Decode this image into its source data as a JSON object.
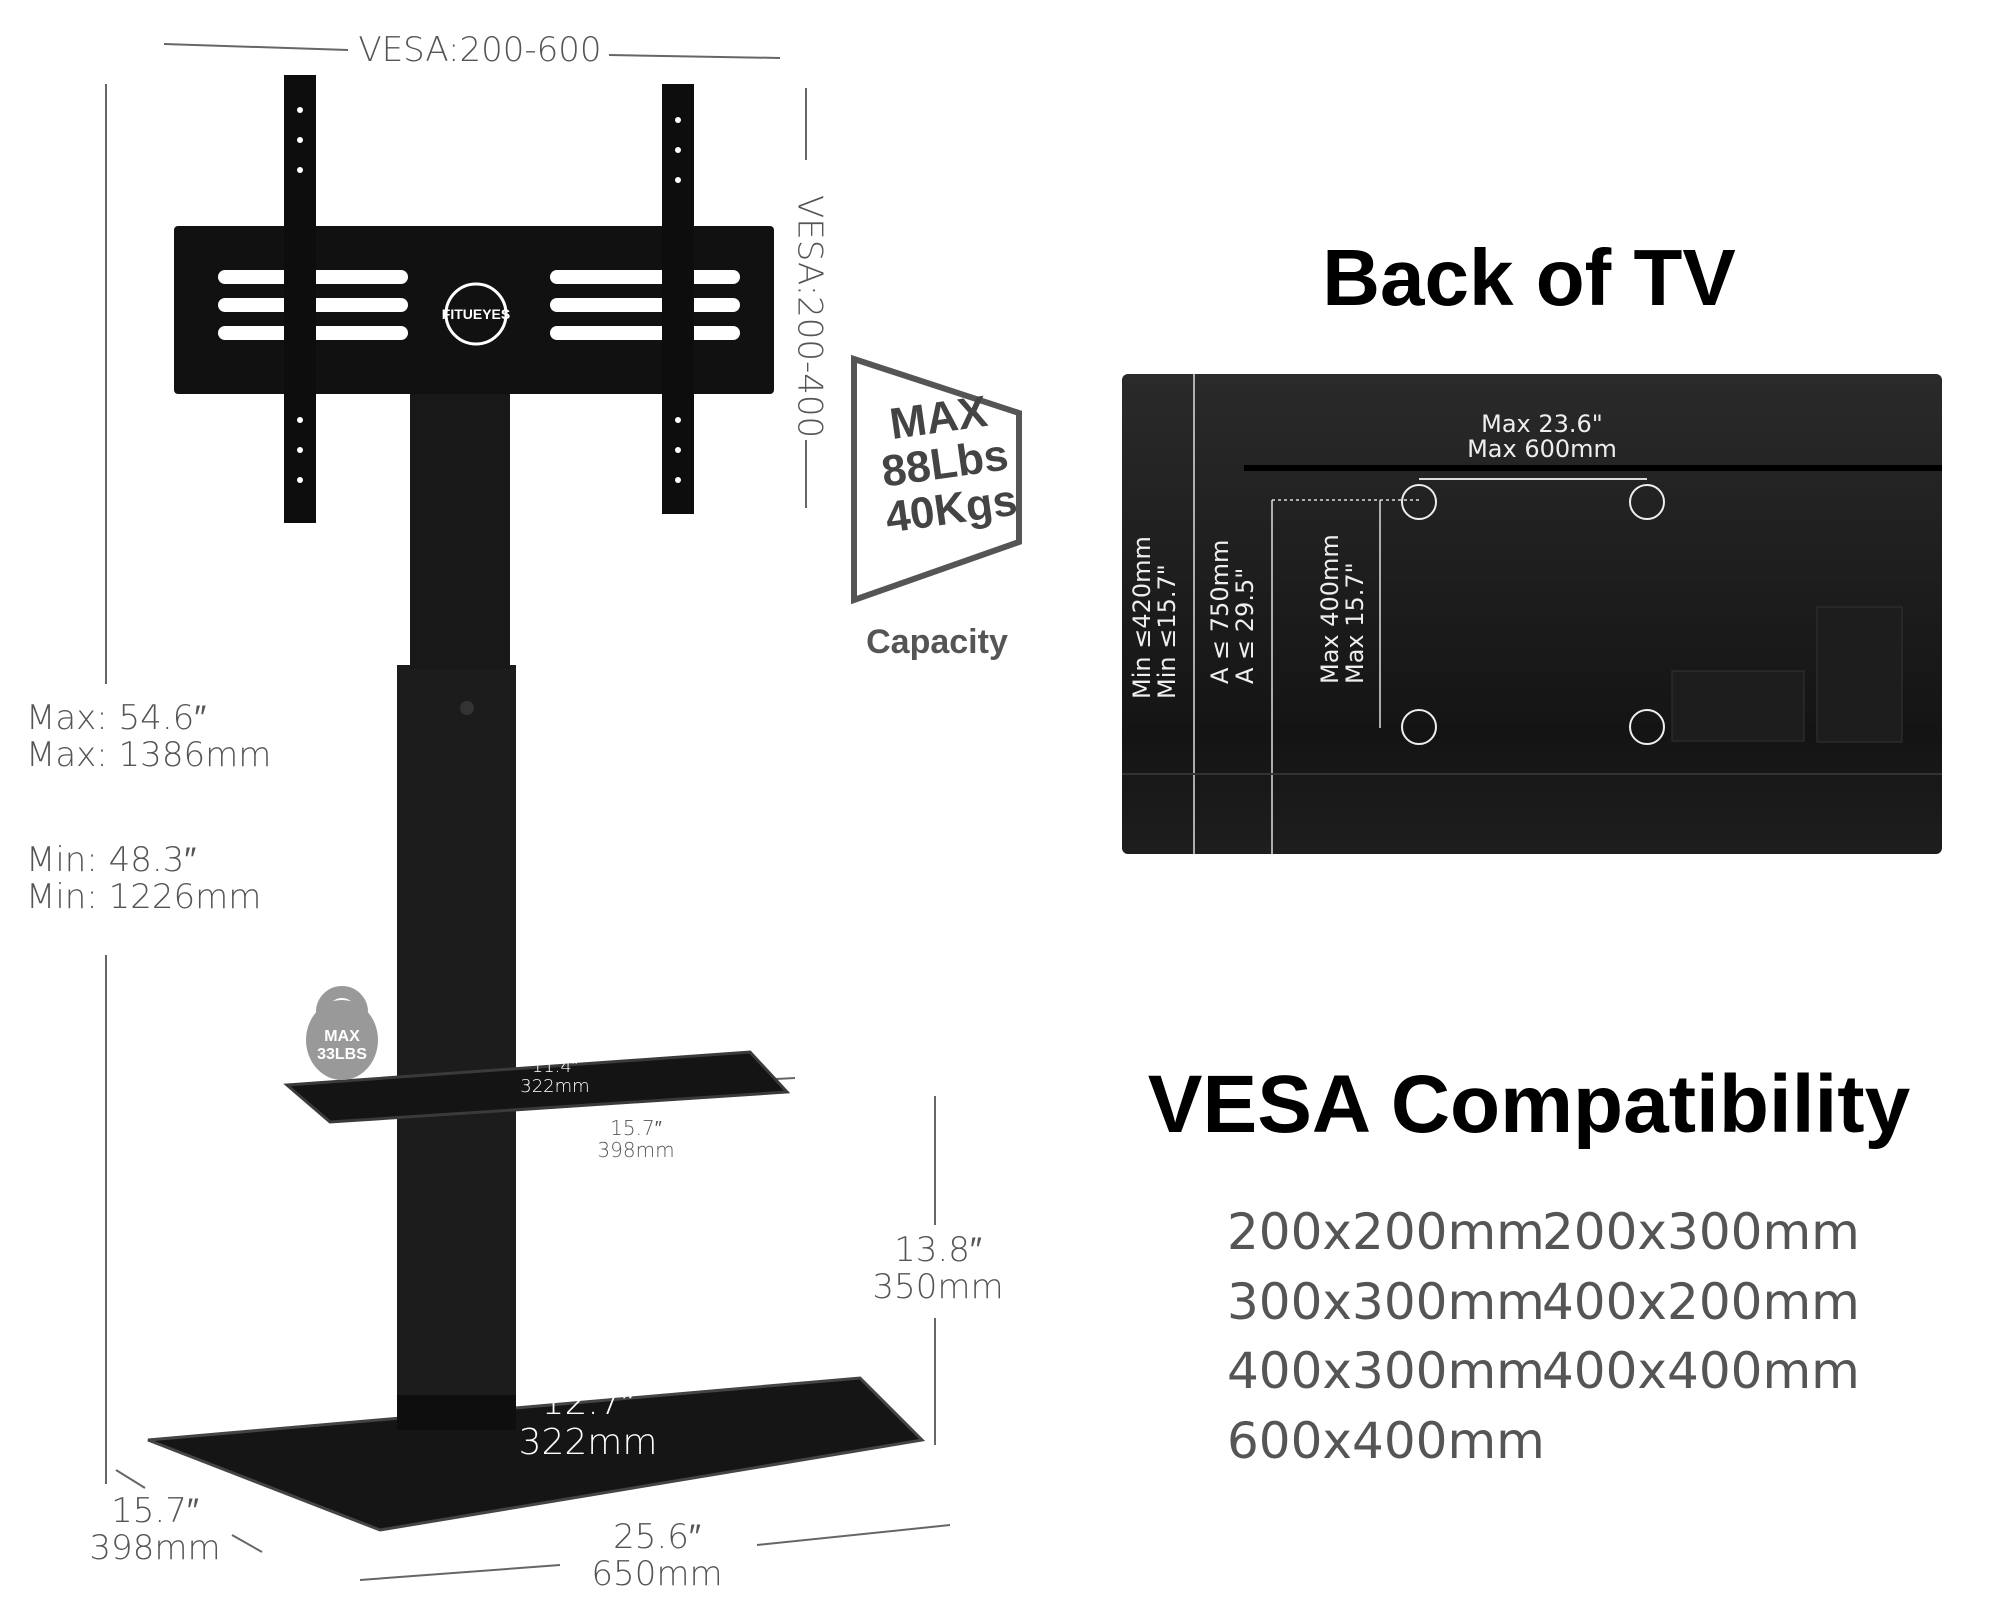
{
  "stand": {
    "vesa_width_label": "VESA:200-600",
    "vesa_height_label": "VESA:200-400",
    "brand": "FITUEYES",
    "height_max_in": "Max: 54.6″",
    "height_max_mm": "Max: 1386mm",
    "height_min_in": "Min: 48.3″",
    "height_min_mm": "Min: 1226mm",
    "capacity": {
      "line1": "MAX",
      "line2": "88Lbs",
      "line3": "40Kgs",
      "label": "Capacity"
    },
    "shelf": {
      "max_load_line1": "MAX",
      "max_load_line2": "33LBS",
      "depth_in": "11.4″",
      "depth_mm": "322mm",
      "width_in": "15.7″",
      "width_mm": "398mm"
    },
    "shelf_height_in": "13.8″",
    "shelf_height_mm": "350mm",
    "base_depth_in": "12.7″",
    "base_depth_mm": "322mm",
    "base_side_in": "15.7″",
    "base_side_mm": "398mm",
    "base_width_in": "25.6″",
    "base_width_mm": "650mm"
  },
  "back_of_tv": {
    "title": "Back of TV",
    "max_width_in": "Max 23.6\"",
    "max_width_mm": "Max 600mm",
    "min_height_in": "Min ≤15.7\"",
    "min_height_mm": "Min ≤420mm",
    "a_in": "A ≤ 29.5\"",
    "a_mm": "A ≤ 750mm",
    "max_height_in": "Max 15.7\"",
    "max_height_mm": "Max 400mm"
  },
  "vesa_compat": {
    "title": "VESA Compatibility",
    "sizes": [
      "200x200mm",
      "200x300mm",
      "300x300mm",
      "400x200mm",
      "400x300mm",
      "400x400mm",
      "600x400mm"
    ]
  }
}
